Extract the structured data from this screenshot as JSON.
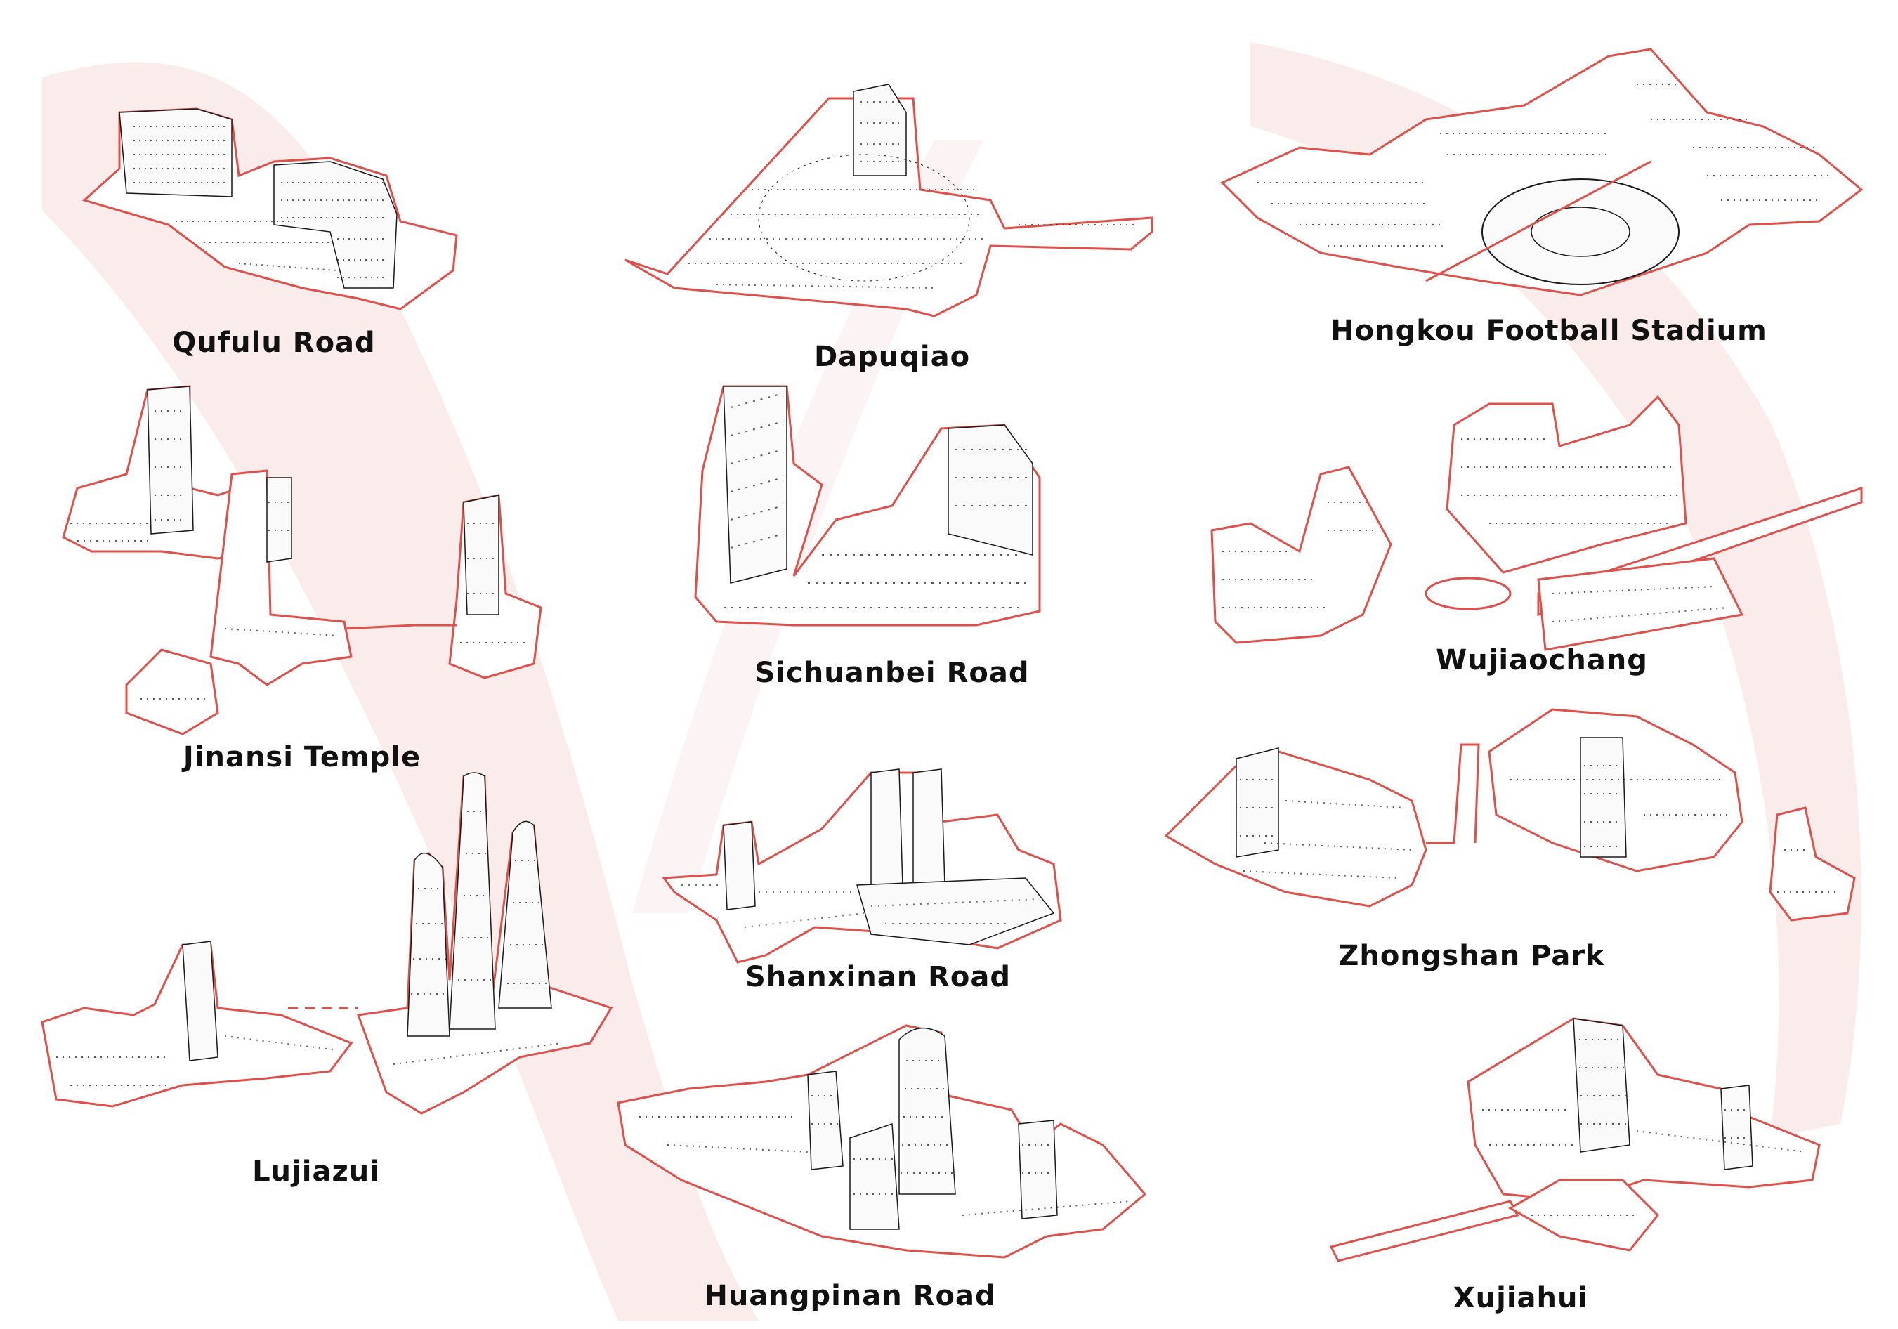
{
  "colors": {
    "outline": "#e0504a",
    "hatch": "#1a1a1a",
    "wash": "#f7dcdc",
    "label": "#111111"
  },
  "stations": [
    {
      "id": "qufulu-road",
      "name": "Qufulu Road"
    },
    {
      "id": "dapuqiao",
      "name": "Dapuqiao"
    },
    {
      "id": "hongkou-football-stadium",
      "name": "Hongkou Football Stadium"
    },
    {
      "id": "jinansi-temple",
      "name": "Jinansi Temple"
    },
    {
      "id": "sichuanbei-road",
      "name": "Sichuanbei Road"
    },
    {
      "id": "wujiaochang",
      "name": "Wujiaochang"
    },
    {
      "id": "lujiazui",
      "name": "Lujiazui"
    },
    {
      "id": "shanxinan-road",
      "name": "Shanxinan Road"
    },
    {
      "id": "zhongshan-park",
      "name": "Zhongshan Park"
    },
    {
      "id": "huangpinan-road",
      "name": "Huangpinan Road"
    },
    {
      "id": "xujiahui",
      "name": "Xujiahui"
    }
  ]
}
